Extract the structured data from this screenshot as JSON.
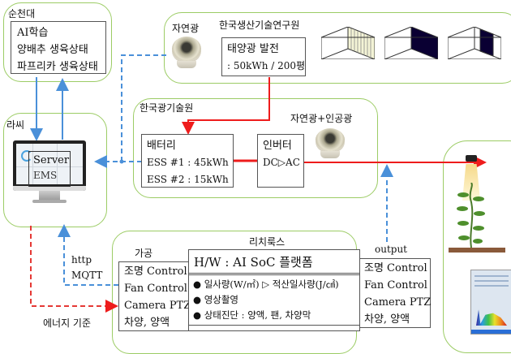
{
  "suncheon": {
    "title": "순천대",
    "items": [
      "AI학습",
      "양배추 생육상태",
      "파프리카 생육상태"
    ]
  },
  "kitech": {
    "title": "한국생산기술연구원",
    "light_label": "자연광",
    "solar_title": "태양광 발전",
    "solar_spec": ": 50kWh / 200평"
  },
  "kopti": {
    "title": "한국광기술원",
    "light_label": "자연광+인공광",
    "battery": {
      "title": "배터리",
      "ess1": "ESS #1 : 45kWh",
      "ess2": "ESS #2 : 15kWh"
    },
    "inverter": {
      "title": "인버터",
      "spec": "DC▷AC"
    }
  },
  "rassi": {
    "title": "라씨",
    "monitor_line1": "Server",
    "monitor_line2": "EMS"
  },
  "links": {
    "http": "http",
    "mqtt": "MQTT",
    "energy": "에너지 기준"
  },
  "richrooks": {
    "title": "리치룩스",
    "input_label": "가공",
    "output_label": "output",
    "input_items": [
      "조명 Control",
      "Fan Control",
      "Camera PTZ",
      "차양, 양액"
    ],
    "output_items": [
      "조명 Control",
      "Fan Control",
      "Camera PTZ",
      "차양, 양액"
    ],
    "platform_title": "H/W : AI SoC 플랫폼",
    "features": [
      "● 일사량(W/㎡) ▷ 적산일사량(J/㎠)",
      "● 영상촬영",
      "● 상태진단 : 양액, 팬, 차양막"
    ]
  },
  "colors": {
    "panel_border": "#9ccc65",
    "power_line": "#ee1c1c",
    "data_line": "#4a90d9",
    "energy_line": "#e53935"
  }
}
